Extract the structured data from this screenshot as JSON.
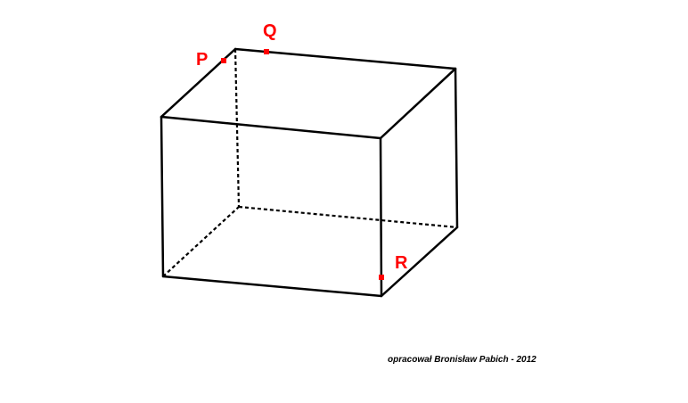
{
  "figure": {
    "points": [
      {
        "label": "P",
        "color": "#ff0000"
      },
      {
        "label": "Q",
        "color": "#ff0000"
      },
      {
        "label": "R",
        "color": "#ff0000"
      }
    ],
    "edge_color": "#000000"
  },
  "credit": "opracował Bronisław Pabich - 2012"
}
